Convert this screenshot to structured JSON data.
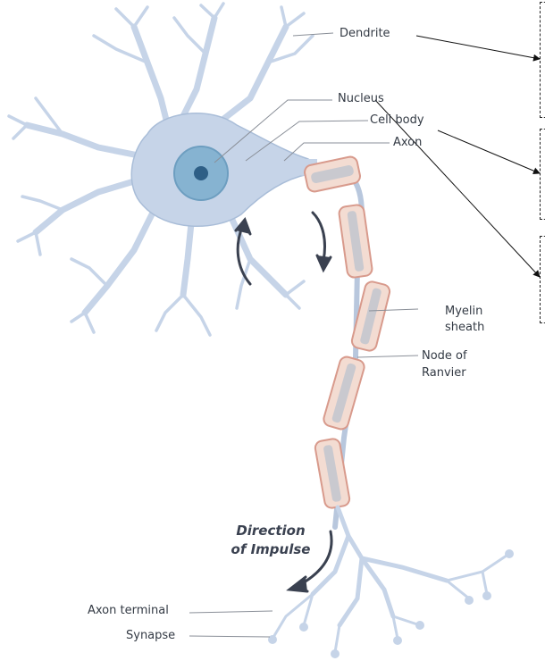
{
  "labels": {
    "dendrite": "Dendrite",
    "nucleus": "Nucleus",
    "cell_body": "Cell body",
    "axon": "Axon",
    "myelin_line1": "Myelin",
    "myelin_line2": "sheath",
    "node_line1": "Node of",
    "node_line2": "Ranvier",
    "direction_line1": "Direction",
    "direction_line2": "of Impulse",
    "axon_terminal": "Axon terminal",
    "synapse": "Synapse"
  },
  "answer_boxes": [
    {
      "text": ""
    },
    {
      "text": ""
    },
    {
      "text": ""
    }
  ],
  "colors": {
    "neuron_fill": "#c6d4e8",
    "neuron_stroke": "#a9bdd8",
    "nucleus_outer": "#86b3d1",
    "nucleus_inner": "#2e5f86",
    "myelin_fill": "#f3dcd2",
    "myelin_stroke": "#d89a8c",
    "axon_core": "#c9c9cf",
    "arrow": "#3a4150",
    "leader": "#8a8f98"
  }
}
